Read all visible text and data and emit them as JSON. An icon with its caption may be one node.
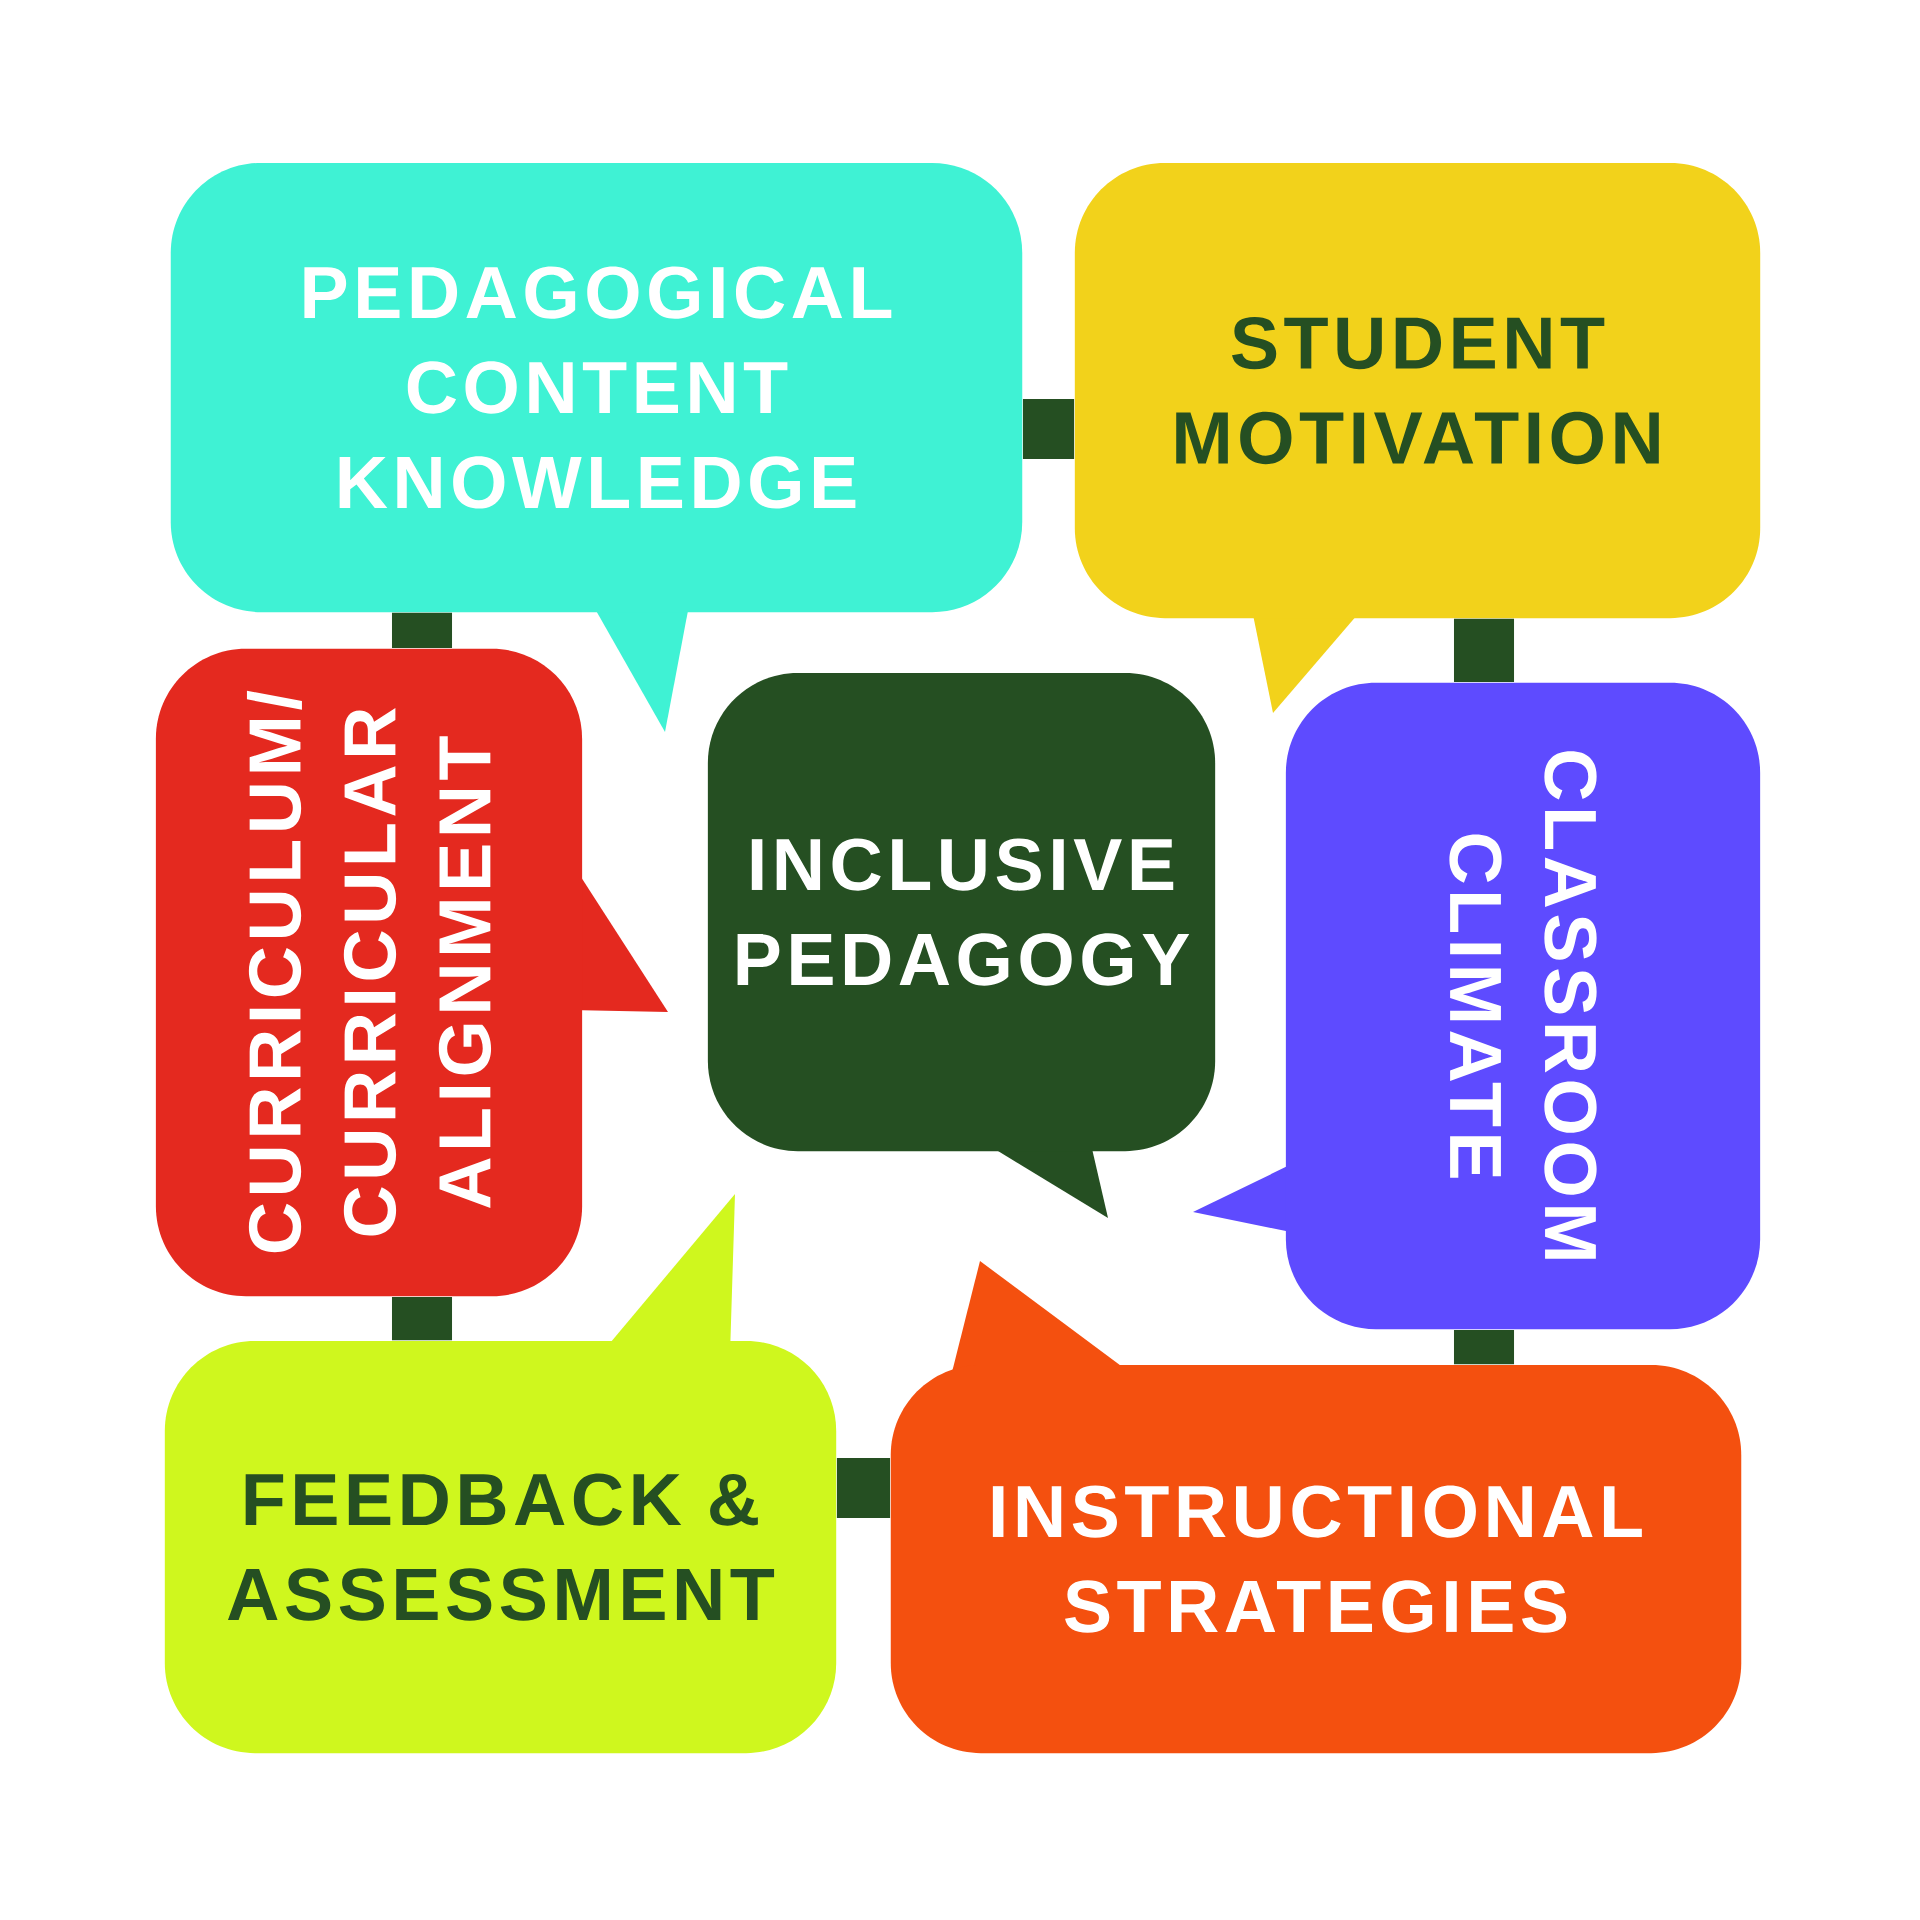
{
  "diagram": {
    "nodes": [
      {
        "text": [
          "PEDAGOGICAL CONTENT KNOWLEDGE"
        ]
      },
      {
        "text": [
          "STUDENT MOTIVATION"
        ]
      },
      {
        "text": [
          "CURRICULUM/ CURRICULAR ALIGNMENT"
        ]
      },
      {
        "text": [
          "INCLUSIVE PEDAGOGY"
        ]
      },
      {
        "text": [
          "CLASSROOM CLIMATE"
        ]
      },
      {
        "text": [
          "FEEDBACK & ASSESSMENT"
        ]
      },
      {
        "text": [
          "INSTRUCTIONAL STRATEGIES"
        ]
      }
    ],
    "edges": [
      {
        "from": 0,
        "to": 1,
        "arrow": "none"
      },
      {
        "from": 0,
        "to": 2,
        "arrow": "none"
      },
      {
        "from": 1,
        "to": 4,
        "arrow": "none"
      },
      {
        "from": 2,
        "to": 5,
        "arrow": "none"
      },
      {
        "from": 5,
        "to": 6,
        "arrow": "none"
      },
      {
        "from": 4,
        "to": 6,
        "arrow": "none"
      }
    ]
  }
}
